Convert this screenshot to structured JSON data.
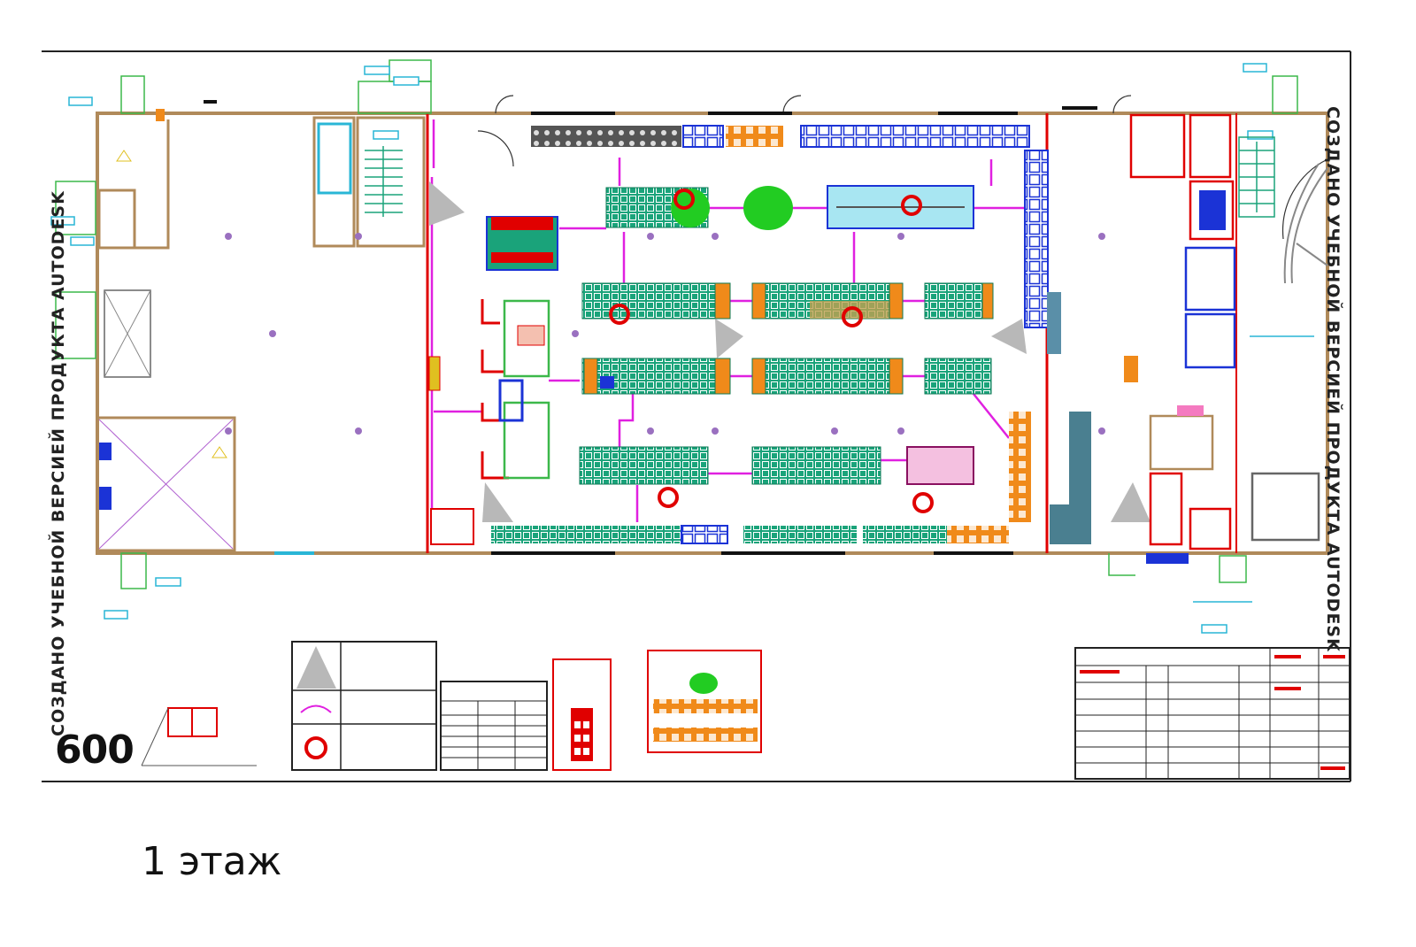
{
  "watermark": {
    "left": "СОЗДАНО УЧЕБНОЙ ВЕРСИЕЙ ПРОДУКТА AUTODESK",
    "right": "СОЗДАНО УЧЕБНОЙ ВЕРСИЕЙ ПРОДУКТА AUTODESK"
  },
  "scale_label": "600",
  "floor_label": "1 этаж",
  "colors": {
    "wall": "#b08a5a",
    "outline": "#e00000",
    "shelf_green": "#1aa37a",
    "shelf_blue": "#1b33d6",
    "magenta": "#e020e0",
    "orange": "#f08a1a",
    "cyan": "#29b6d6"
  }
}
